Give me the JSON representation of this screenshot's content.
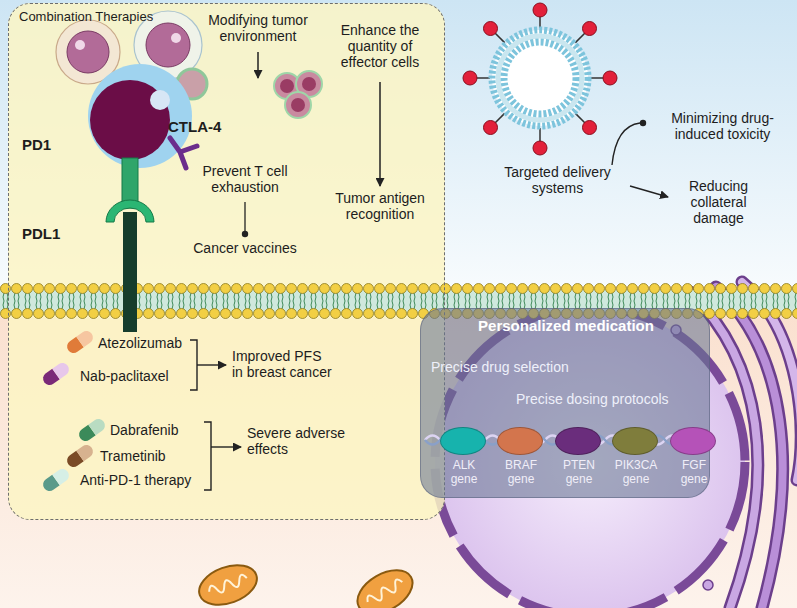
{
  "diagram": {
    "nodes": [
      {
        "text": [
          "Combination Therapies"
        ]
      },
      {
        "text": [
          "Personalized medication",
          "Precise drug selection",
          "Precise dosing protocols"
        ]
      },
      {
        "text": [
          "ALK gene"
        ],
        "in": 1
      },
      {
        "text": [
          "BRAF gene"
        ],
        "in": 1
      },
      {
        "text": [
          "PTEN gene"
        ],
        "in": 1
      },
      {
        "text": [
          "PIK3CA gene"
        ],
        "in": 1
      },
      {
        "text": [
          "FGF gene"
        ],
        "in": 1
      }
    ],
    "labels": [
      "Modifying tumor environment",
      "Enhance the quantity of effector cells",
      "CTLA-4",
      "PD1",
      "Prevent T cell exhaustion",
      "Tumor antigen recognition",
      "PDL1",
      "Cancer vaccines",
      "Atezolizumab",
      "Nab-paclitaxel",
      "Improved PFS in breast cancer",
      "Dabrafenib",
      "Trametinib",
      "Anti-PD-1 therapy",
      "Severe adverse effects",
      "Minimizing drug-induced toxicity",
      "Targeted delivery systems",
      "Reducing collateral damage"
    ]
  }
}
